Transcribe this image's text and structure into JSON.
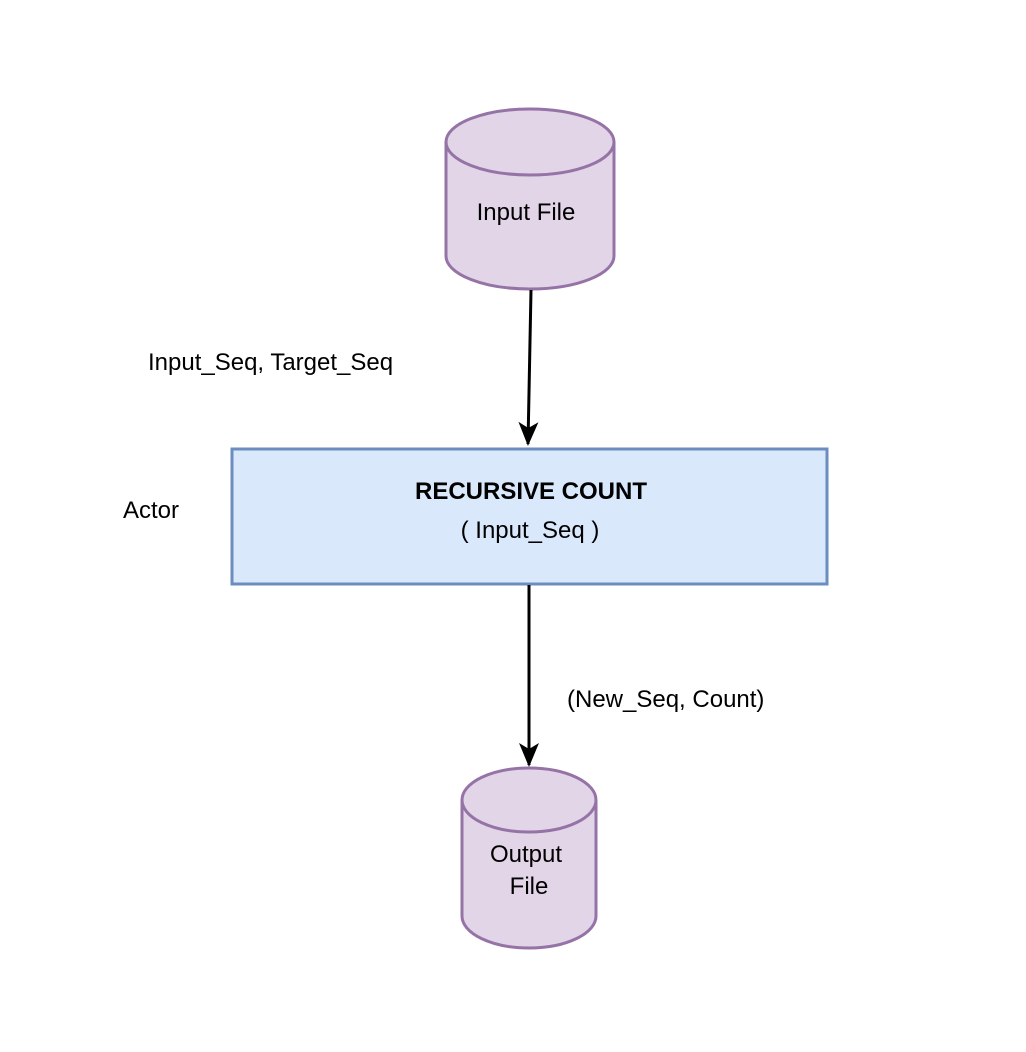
{
  "nodes": {
    "input_file": {
      "label": "Input File"
    },
    "process": {
      "title": "RECURSIVE COUNT",
      "subtitle": "( Input_Seq )"
    },
    "output_file": {
      "label_line1": "Output",
      "label_line2": "File"
    }
  },
  "edges": {
    "input_to_process": {
      "label": "Input_Seq, Target_Seq"
    },
    "process_to_output": {
      "label": "(New_Seq, Count)"
    }
  },
  "annotations": {
    "actor": "Actor"
  },
  "colors": {
    "cylinder_fill": "#e1d5e7",
    "cylinder_stroke": "#9673a6",
    "process_fill": "#dae8fc",
    "process_stroke": "#6c8ebf",
    "edge": "#000000"
  }
}
